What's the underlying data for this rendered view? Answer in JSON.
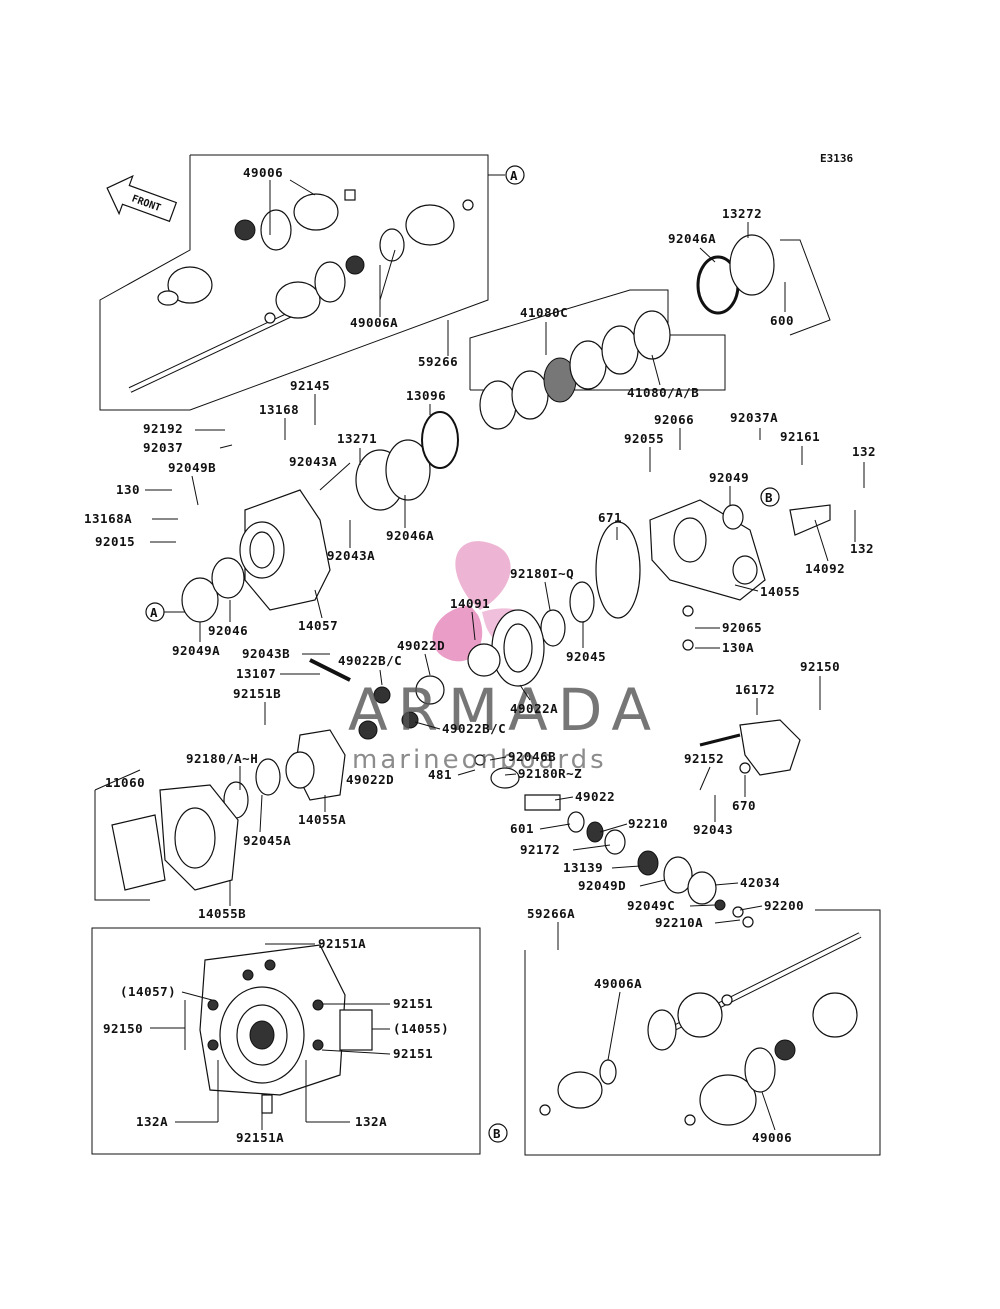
{
  "diagram": {
    "code": "E3136",
    "front_label": "FRONT",
    "ref_a": "A",
    "ref_b": "B",
    "watermark": {
      "title": "ARMADA",
      "subtitle": "marineonboards"
    },
    "labels": {
      "l49006_top": "49006",
      "l59266": "59266",
      "l49006A_top": "49006A",
      "l41080C": "41080C",
      "l41080AB": "41080/A/B",
      "l13272": "13272",
      "l92046A_top": "92046A",
      "l600": "600",
      "l92145": "92145",
      "l13168": "13168",
      "l13096": "13096",
      "l92192": "92192",
      "l92037": "92037",
      "l13271": "13271",
      "l92043A_1": "92043A",
      "l92049B": "92049B",
      "l130": "130",
      "l13168A": "13168A",
      "l92015": "92015",
      "l92046A_mid": "92046A",
      "l92043A_2": "92043A",
      "l92066": "92066",
      "l92037A": "92037A",
      "l92055": "92055",
      "l92161": "92161",
      "l132_a": "132",
      "l92049": "92049",
      "l132_b": "132",
      "l14092": "14092",
      "l671": "671",
      "l14055": "14055",
      "l92180IQ": "92180I~Q",
      "l14091": "14091",
      "l92065": "92065",
      "l130A": "130A",
      "l92045": "92045",
      "l92046": "92046",
      "l92049A": "92049A",
      "l14057": "14057",
      "l49022D_1": "49022D",
      "l92043B": "92043B",
      "l49022BC_1": "49022B/C",
      "l13107": "13107",
      "l49022A": "49022A",
      "l49022BC_2": "49022B/C",
      "l92151B": "92151B",
      "l92150_top": "92150",
      "l16172": "16172",
      "l92180AH": "92180/A~H",
      "l92046B": "92046B",
      "l481": "481",
      "l92180RZ": "92180R~Z",
      "l49022D_2": "49022D",
      "l49022": "49022",
      "l92152": "92152",
      "l670": "670",
      "l11060": "11060",
      "l601": "601",
      "l92210": "92210",
      "l92043": "92043",
      "l92172": "92172",
      "l14055A": "14055A",
      "l92045A": "92045A",
      "l13139": "13139",
      "l42034": "42034",
      "l92049D": "92049D",
      "l92049C": "92049C",
      "l92200": "92200",
      "l92210A": "92210A",
      "l14055B": "14055B",
      "l59266A": "59266A",
      "l92151A_top": "92151A",
      "l14057p": "(14057)",
      "l92151_1": "92151",
      "l92150_box": "92150",
      "l14055p": "(14055)",
      "l92151_2": "92151",
      "l132A_1": "132A",
      "l132A_2": "132A",
      "l92151A_bot": "92151A",
      "l49006A_bot": "49006A",
      "l49006_bot": "49006"
    }
  }
}
